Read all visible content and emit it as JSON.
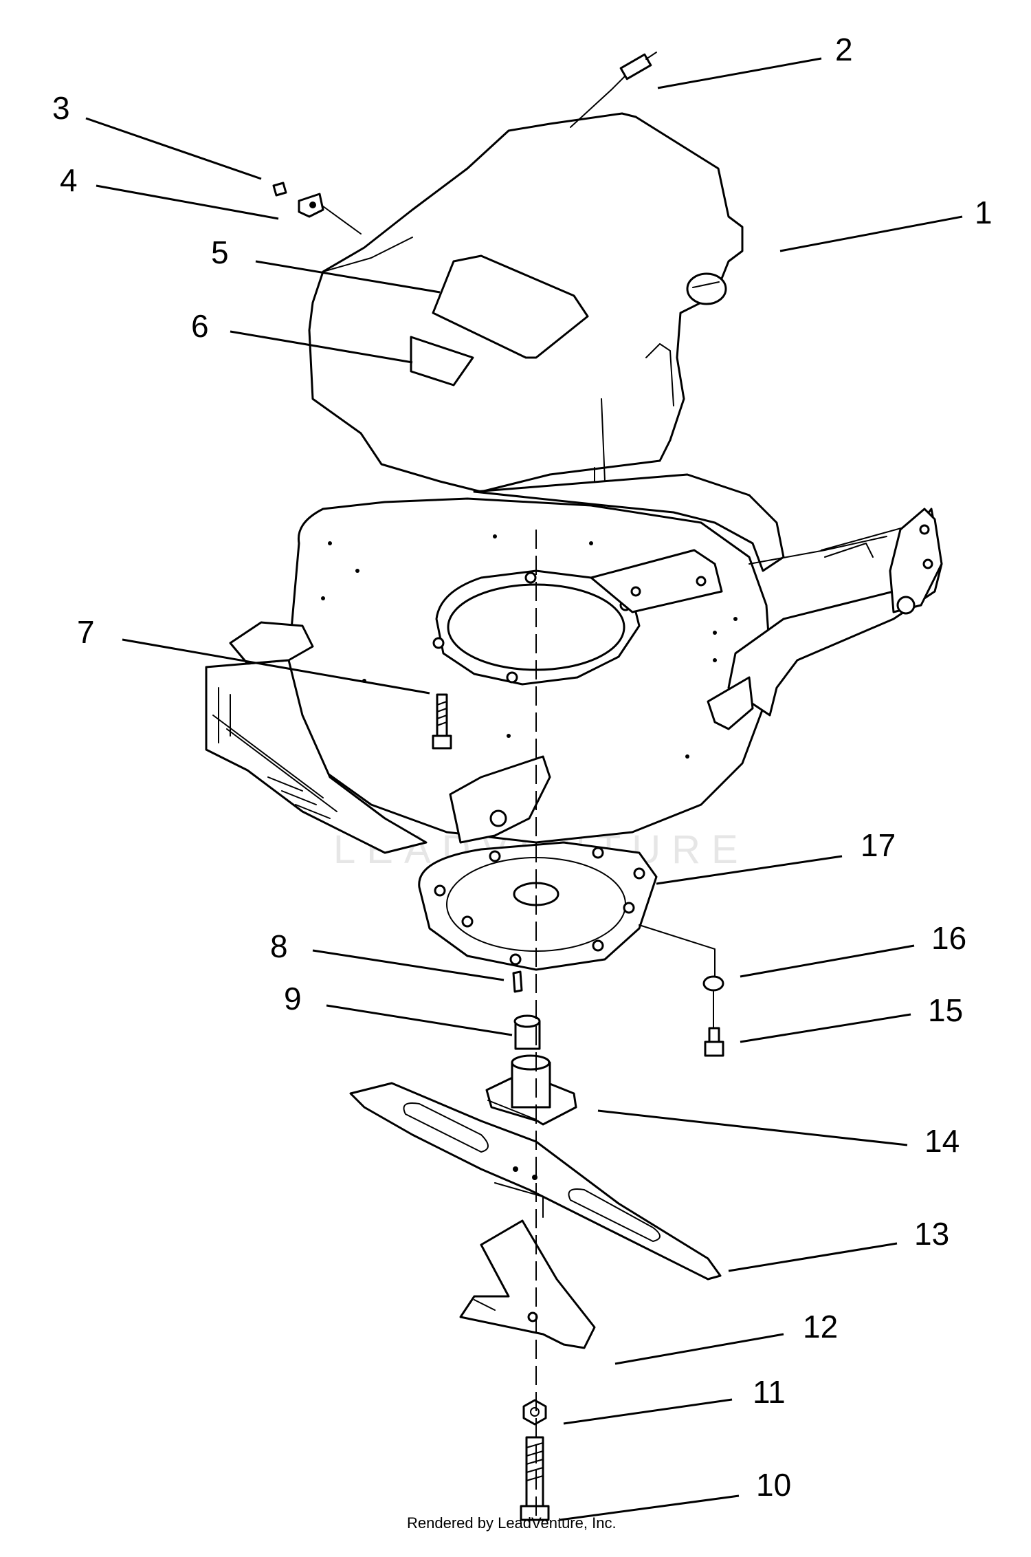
{
  "diagram": {
    "callouts": [
      "1",
      "2",
      "3",
      "4",
      "5",
      "6",
      "7",
      "8",
      "9",
      "10",
      "11",
      "12",
      "13",
      "14",
      "15",
      "16",
      "17"
    ],
    "footer": "Rendered by LeadVenture, Inc.",
    "watermark": "LEADVENTURE"
  }
}
